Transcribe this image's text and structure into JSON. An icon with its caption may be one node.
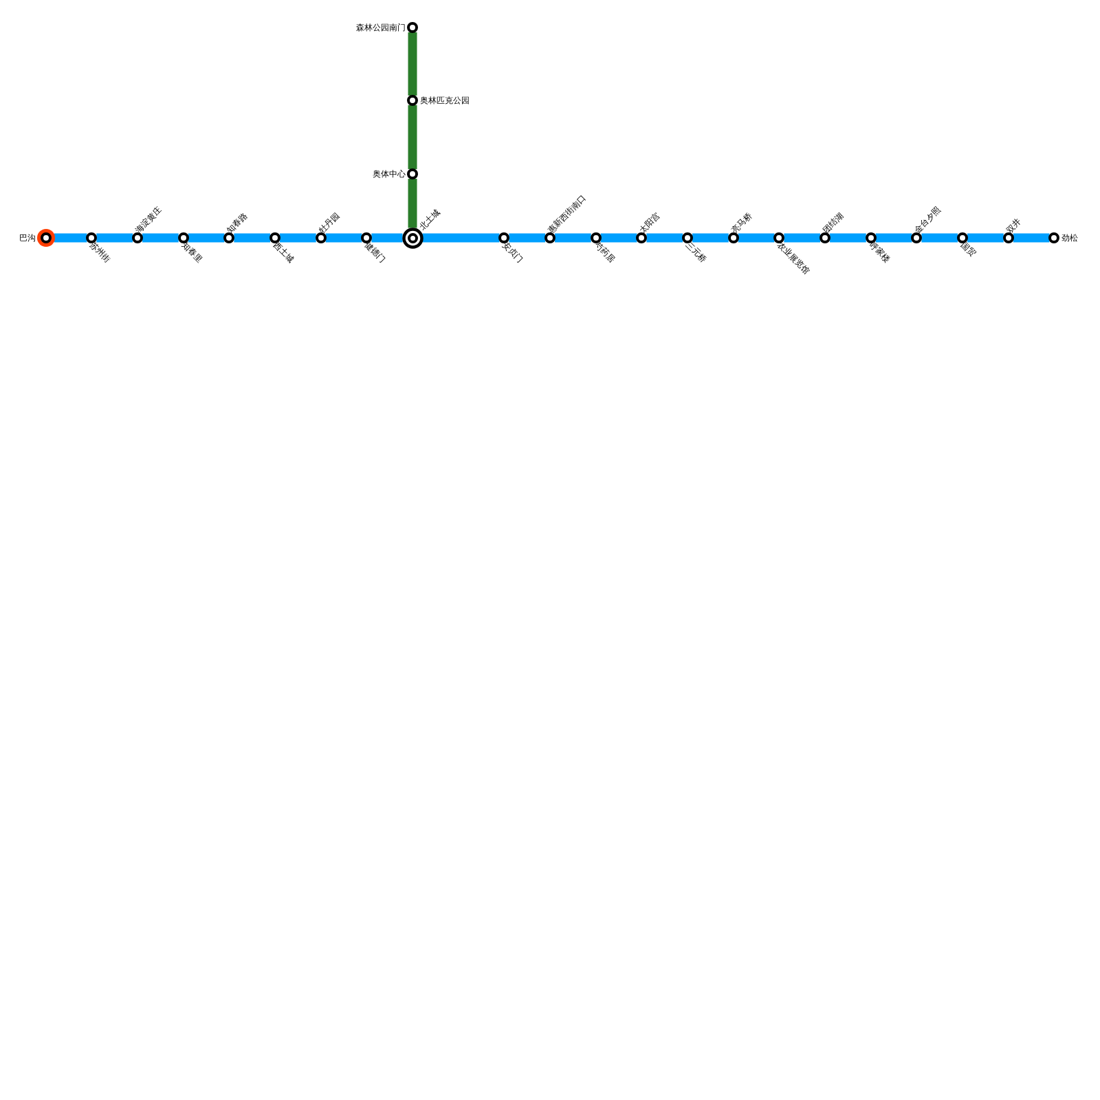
{
  "diagram": {
    "nodes": [
      {
        "text": [],
        "shape": "circle",
        "beside": [
          "巴沟"
        ]
      },
      {
        "text": [],
        "shape": "circle",
        "beside": [
          "苏州街"
        ]
      },
      {
        "text": [],
        "shape": "circle",
        "beside": [
          "海淀黄庄"
        ]
      },
      {
        "text": [],
        "shape": "circle",
        "beside": [
          "知春里"
        ]
      },
      {
        "text": [],
        "shape": "circle",
        "beside": [
          "知春路"
        ]
      },
      {
        "text": [],
        "shape": "circle",
        "beside": [
          "西土城"
        ]
      },
      {
        "text": [],
        "shape": "circle",
        "beside": [
          "牡丹园"
        ]
      },
      {
        "text": [],
        "shape": "circle",
        "beside": [
          "健德门"
        ]
      },
      {
        "text": [],
        "shape": "circle",
        "beside": [
          "北土城"
        ]
      },
      {
        "text": [],
        "shape": "circle",
        "beside": [
          "安贞门"
        ]
      },
      {
        "text": [],
        "shape": "circle",
        "beside": [
          "惠新西街南口"
        ]
      },
      {
        "text": [],
        "shape": "circle",
        "beside": [
          "芍药居"
        ]
      },
      {
        "text": [],
        "shape": "circle",
        "beside": [
          "太阳宫"
        ]
      },
      {
        "text": [],
        "shape": "circle",
        "beside": [
          "三元桥"
        ]
      },
      {
        "text": [],
        "shape": "circle",
        "beside": [
          "亮马桥"
        ]
      },
      {
        "text": [],
        "shape": "circle",
        "beside": [
          "农业展览馆"
        ]
      },
      {
        "text": [],
        "shape": "circle",
        "beside": [
          "团结湖"
        ]
      },
      {
        "text": [],
        "shape": "circle",
        "beside": [
          "呼家楼"
        ]
      },
      {
        "text": [],
        "shape": "circle",
        "beside": [
          "金台夕照"
        ]
      },
      {
        "text": [],
        "shape": "circle",
        "beside": [
          "国贸"
        ]
      },
      {
        "text": [],
        "shape": "circle",
        "beside": [
          "双井"
        ]
      },
      {
        "text": [],
        "shape": "circle",
        "beside": [
          "劲松"
        ]
      },
      {
        "text": [],
        "shape": "circle",
        "beside": [
          "森林公园南门"
        ]
      },
      {
        "text": [],
        "shape": "circle",
        "beside": [
          "奥林匹克公园"
        ]
      },
      {
        "text": [],
        "shape": "circle",
        "beside": [
          "奥体中心"
        ]
      }
    ],
    "edges": [
      {
        "from": 0,
        "to": 1,
        "arrow": "none"
      },
      {
        "from": 1,
        "to": 2,
        "arrow": "none"
      },
      {
        "from": 2,
        "to": 3,
        "arrow": "none"
      },
      {
        "from": 3,
        "to": 4,
        "arrow": "none"
      },
      {
        "from": 4,
        "to": 5,
        "arrow": "none"
      },
      {
        "from": 5,
        "to": 6,
        "arrow": "none"
      },
      {
        "from": 6,
        "to": 7,
        "arrow": "none"
      },
      {
        "from": 7,
        "to": 8,
        "arrow": "none"
      },
      {
        "from": 8,
        "to": 9,
        "arrow": "none"
      },
      {
        "from": 9,
        "to": 10,
        "arrow": "none"
      },
      {
        "from": 10,
        "to": 11,
        "arrow": "none"
      },
      {
        "from": 11,
        "to": 12,
        "arrow": "none"
      },
      {
        "from": 12,
        "to": 13,
        "arrow": "none"
      },
      {
        "from": 13,
        "to": 14,
        "arrow": "none"
      },
      {
        "from": 14,
        "to": 15,
        "arrow": "none"
      },
      {
        "from": 15,
        "to": 16,
        "arrow": "none"
      },
      {
        "from": 16,
        "to": 17,
        "arrow": "none"
      },
      {
        "from": 17,
        "to": 18,
        "arrow": "none"
      },
      {
        "from": 18,
        "to": 19,
        "arrow": "none"
      },
      {
        "from": 19,
        "to": 20,
        "arrow": "none"
      },
      {
        "from": 20,
        "to": 21,
        "arrow": "none"
      },
      {
        "from": 22,
        "to": 23,
        "arrow": "none",
        "color": "#2a7d2a"
      },
      {
        "from": 23,
        "to": 24,
        "arrow": "none",
        "color": "#2a7d2a"
      },
      {
        "from": 24,
        "to": 8,
        "arrow": "none",
        "color": "#2a7d2a"
      }
    ]
  }
}
